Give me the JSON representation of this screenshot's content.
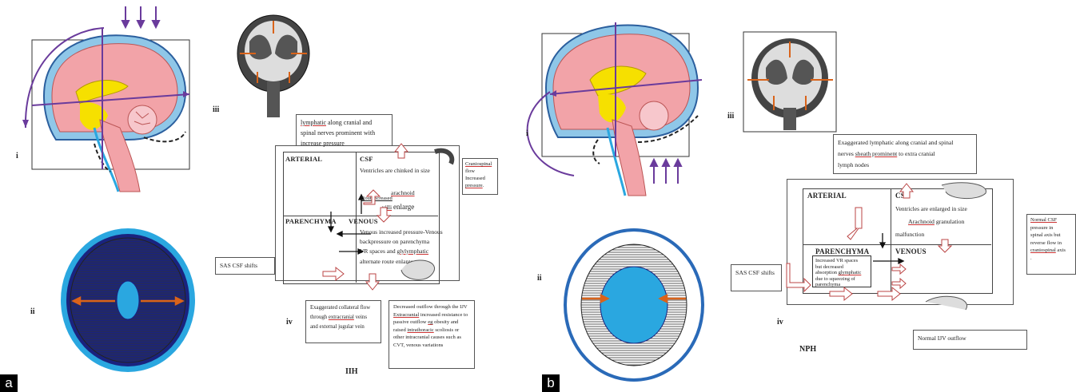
{
  "panel_a": {
    "letter": "a",
    "roman_i": "i",
    "roman_ii": "ii",
    "roman_iii": "iii",
    "roman_iv": "iv",
    "caption": "IIH",
    "lymph_box": {
      "word1": "lymphatic",
      "text": " along cranial and spinal nerves prominent with increase pressure"
    },
    "craniospinal": {
      "word": "Craniospinal",
      "text1": " flow",
      "text2": "Increased",
      "word2": "pressure",
      "text3": "."
    },
    "grid": {
      "arterial": "ARTERIAL",
      "csf": "CSF",
      "csf_text": "Ventricles are chinked in size",
      "rout": "Rout increased",
      "arachnoid": "arachnoid",
      "vill": "villi",
      "enlarge": "enlarge",
      "parenchyma": "PARENCHYMA",
      "venous": "VENOUS",
      "venous_line1": "Venous increased pressure-Venous",
      "venous_line2": "backpressure on parenchyma",
      "vr_line": "VR spaces and ",
      "glymph": "glylymphatic",
      "alt_line": "alternate route  enlarge"
    },
    "sas": "SAS CSF shifts",
    "collateral": {
      "l1": "Exaggerated collateral flow",
      "l2": "through ",
      "w": "extracranial",
      "l2b": " veins",
      "l3": "and external jugular vein"
    },
    "outflow": {
      "l1": "Decreased outflow through the IJV",
      "w1": "Extracranial",
      "l2": " increased resistance to passive outflow ",
      "w2": "eg",
      "l3": " obesity and raised ",
      "w3": "intrathoracic",
      "l4": " scoliosis or other intracranial causes such as CVT, venous variations"
    }
  },
  "panel_b": {
    "letter": "b",
    "roman_i": "i",
    "roman_ii": "ii",
    "roman_iii": "iii",
    "roman_iv": "iv",
    "caption": "NPH",
    "lymph_box": {
      "l1": "Exaggerated lymphatic along cranial and spinal",
      "l2a": "nerves ",
      "w": "sheath  prominent",
      "l2b": " to extra cranial",
      "l3": "lymph nodes"
    },
    "grid": {
      "arterial": "ARTERIAL",
      "csf": "CSF",
      "csf_text": "Ventricles are enlarged in size",
      "arachnoid": "Arachnoid",
      "granulation": " granulation",
      "malfunction": "malfunction",
      "parenchyma": "PARENCHYMA",
      "venous": "VENOUS",
      "par_l1": "Increased VR spaces",
      "par_l2": "but decreased",
      "par_l3a": "absorption ",
      "par_w": "glymphatic",
      "par_l4": "due to squeezing of",
      "par_l5": "parenchyma"
    },
    "sas": "SAS CSF shifts",
    "normal_csf": {
      "w1": "Normal  CSF",
      "l2": "pressure  in",
      "l3": "spinal axis but",
      "l4": "reverse flow in",
      "w2": "craniospinal",
      "l5": " axis",
      "l6": "."
    },
    "normal_ijv": "Normal IJV outflow"
  },
  "colors": {
    "csf_blue": "#2aa7e0",
    "ring_dark": "#1a237e",
    "arrow_orange": "#d9631a",
    "arrow_purple": "#6a3b9c",
    "brain_pink": "#f2a3a8",
    "outline_red": "#b44"
  }
}
